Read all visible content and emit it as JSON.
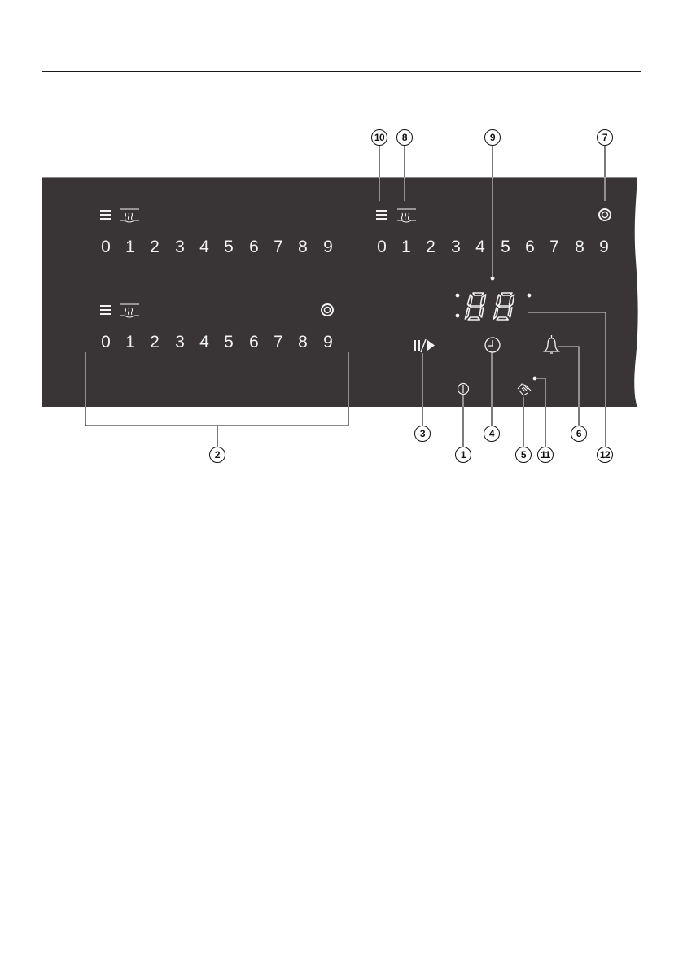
{
  "figure": {
    "type": "control-panel-diagram",
    "description": "Cooktop touch control panel with numbered callouts",
    "panel_color": "#393536",
    "symbol_color": "#f2f2f2",
    "leader_color": "#d9d9d9"
  },
  "left_zone": {
    "power_levels": [
      "0",
      "1",
      "2",
      "3",
      "4",
      "5",
      "6",
      "7",
      "8",
      "9"
    ],
    "icons": [
      "menu-lines-icon",
      "keep-warm-icon",
      "booster-ring-icon"
    ]
  },
  "right_zone": {
    "power_levels": [
      "0",
      "1",
      "2",
      "3",
      "4",
      "5",
      "6",
      "7",
      "8",
      "9"
    ],
    "icons": [
      "menu-lines-icon",
      "keep-warm-icon",
      "booster-ring-icon"
    ]
  },
  "display": {
    "value": "88",
    "dots": 4
  },
  "controls": {
    "pause_play": "II/▶",
    "power": "power-icon",
    "timer": "clock-icon",
    "lock": "wipe-protect-icon",
    "alarm": "bell-icon",
    "indicator_light": "dot"
  },
  "callouts": {
    "c1": "1",
    "c2": "2",
    "c3": "3",
    "c4": "4",
    "c5": "5",
    "c6": "6",
    "c7": "7",
    "c8": "8",
    "c9": "9",
    "c10": "10",
    "c11": "11",
    "c12": "12"
  }
}
